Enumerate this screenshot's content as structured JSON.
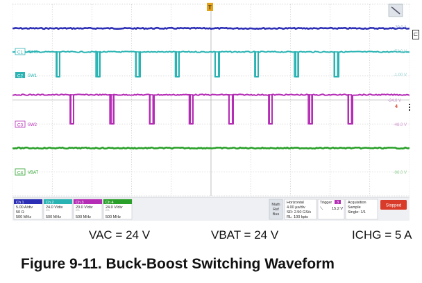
{
  "chart_data": {
    "type": "line",
    "x_unit": "µs",
    "x_range": [
      -20,
      20
    ],
    "horizontal_scale": "4.00 µs/div",
    "pulse_period_us": 4.0,
    "series": [
      {
        "name": "ICHG",
        "channel": "C1",
        "color": "#2c2fb5",
        "scale": "5.00 A/div",
        "level": 5,
        "pulses": []
      },
      {
        "name": "SW1",
        "channel": "C2",
        "color": "#2ab3b3",
        "scale": "24.0 V/div",
        "high": 24,
        "low": 0,
        "pulse_starts_us": [
          -15.6,
          -11.6,
          -7.6,
          -3.6,
          0.4,
          4.4,
          8.4,
          12.4
        ],
        "pulse_width_us": 0.35
      },
      {
        "name": "SW2",
        "channel": "C3",
        "color": "#b52cb5",
        "scale": "20.0 V/div",
        "high": 24,
        "low": 0,
        "pulse_starts_us": [
          -14.2,
          -10.2,
          -6.2,
          -2.2,
          1.8,
          5.8,
          9.8,
          13.8
        ],
        "pulse_width_us": 0.35
      },
      {
        "name": "VBAT",
        "channel": "C4",
        "color": "#2aa02a",
        "scale": "24.0 V/div",
        "level": 24,
        "pulses": []
      }
    ]
  },
  "scope": {
    "trigger_marker": "T",
    "traces": {
      "ch1_label": "C1",
      "ch1_name": "ICHG",
      "ch2_label": "C2",
      "ch2_name": "SW1",
      "ch3_label": "C3",
      "ch3_name": "SW2",
      "ch4_label": "C4",
      "ch4_name": "VBAT"
    },
    "right_labels": {
      "r1": "-20.0 A",
      "r2": "-72.0 V",
      "r3": "-1.00 V",
      "r4": "-24.0 V",
      "r5": "-48.0 V",
      "r6": "-96.0 V"
    },
    "ch_boxes": [
      {
        "title": "Ch 1",
        "scale": "5.00 A/div",
        "imp": "50 Ω",
        "bw": "500 MHz",
        "color": "#2c2fb5"
      },
      {
        "title": "Ch 2",
        "scale": "24.0 V/div",
        "imp": "⌒",
        "bw": "500 MHz",
        "color": "#2ab3b3"
      },
      {
        "title": "Ch 3",
        "scale": "20.0 V/div",
        "imp": "⌒",
        "bw": "500 MHz",
        "color": "#b52cb5"
      },
      {
        "title": "Ch 4",
        "scale": "24.0 V/div",
        "imp": "⌒",
        "bw": "500 MHz",
        "color": "#2aa02a"
      }
    ],
    "mrb": {
      "l1": "Math",
      "l2": "Ref",
      "l3": "Bus"
    },
    "horizontal": {
      "title": "Horizontal",
      "l1": "4.00 µs/div",
      "l2": "SR: 2.50 GS/s",
      "l3": "RL: 100 kpts"
    },
    "trigger": {
      "title": "Trigger",
      "ch": "3",
      "slope": "⟍",
      "level": "15.2 V"
    },
    "acquisition": {
      "title": "Acquisition",
      "l1": "Sample",
      "l2": "Single: 1/1"
    },
    "stopped_label": "Stopped",
    "colors": {
      "grid": "#b9b9b9",
      "stopped": "#d93b2b"
    }
  },
  "conditions": {
    "vac": "VAC = 24 V",
    "vbat": "VBAT = 24 V",
    "ichg": "ICHG = 5 A"
  },
  "figure": {
    "title": "Figure 9-11. Buck-Boost Switching Waveform"
  }
}
